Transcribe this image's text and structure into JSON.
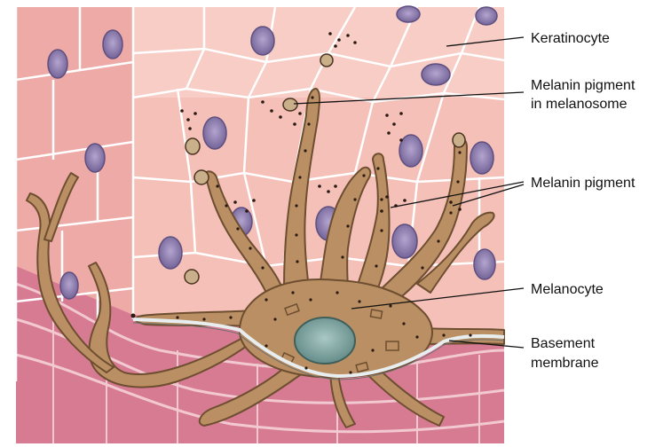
{
  "labels": {
    "keratinocyte": "Keratinocyte",
    "melanin_pigment_melanosome_line1": "Melanin pigment",
    "melanin_pigment_melanosome_line2": "in melanosome",
    "melanin_pigment": "Melanin pigment",
    "melanocyte": "Melanocyte",
    "basement_membrane_line1": "Basement",
    "basement_membrane_line2": "membrane"
  },
  "colors": {
    "keratinocyte_fill": "#f5c6bf",
    "cell_border": "#ffffff",
    "nucleus": "#8f7fae",
    "dermis": "#d9849a",
    "melanocyte_fill": "#b98f63",
    "melanocyte_nucleus": "#7fa5a0",
    "pigment_dot": "#2b1a12",
    "membrane": "#e8eef0"
  }
}
